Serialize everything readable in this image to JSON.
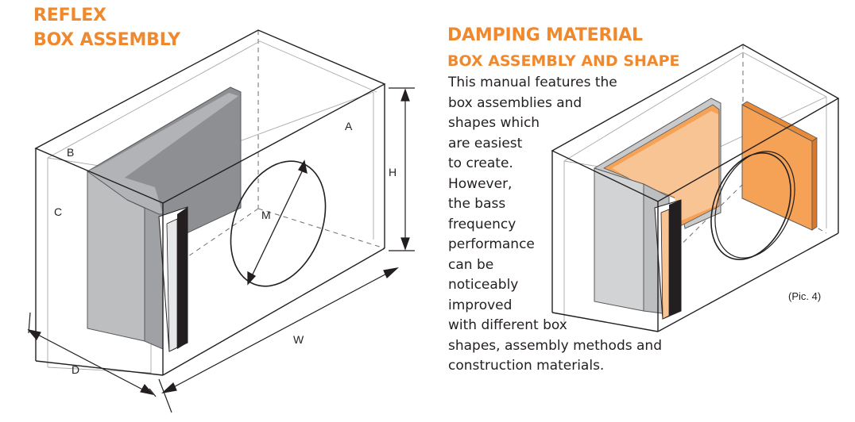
{
  "left_title": [
    "REFLEX",
    "BOX ASSEMBLY"
  ],
  "right_title": "DAMPING MATERIAL",
  "right_subtitle": "BOX ASSEMBLY AND SHAPE",
  "body_lines": [
    "This manual features the",
    "box assemblies and",
    "shapes which",
    "are easiest",
    "to create.",
    "However,",
    "the bass",
    "frequency",
    "performance",
    "can be",
    "noticeably",
    "improved",
    "with different box",
    "shapes, assembly methods and",
    "construction materials."
  ],
  "labels": {
    "a": "A",
    "b": "B",
    "c": "C",
    "h": "H",
    "m": "M",
    "w": "W",
    "d": "D"
  },
  "picture_caption": "(Pic. 4)",
  "colors": {
    "accent_orange": "#f0892e",
    "damping_fill": "#f9c494",
    "damping_panel": "#f5a156",
    "panel_grey": "#8d8f92",
    "panel_light": "#c9cacc",
    "line": "#231f20"
  }
}
